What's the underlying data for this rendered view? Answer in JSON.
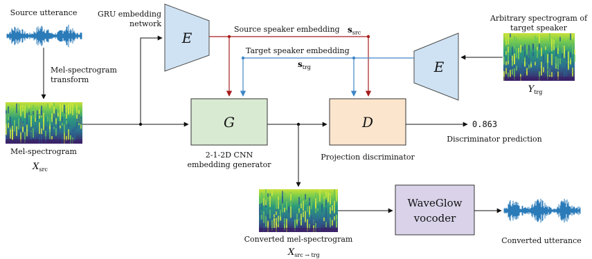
{
  "source": {
    "title": "Source utterance",
    "transform": "Mel-spectrogram\ntransform"
  },
  "mel_src": {
    "label": "Mel-spectrogram",
    "var": "X",
    "sub": "src"
  },
  "embedding_net": {
    "label": "GRU embedding\nnetwork",
    "symbol": "E"
  },
  "source_emb": {
    "label": "Source speaker embedding",
    "var": "s",
    "sub": "src"
  },
  "target_emb": {
    "label": "Target speaker embedding",
    "var": "s",
    "sub": "trg"
  },
  "generator": {
    "symbol": "G",
    "label": "2-1-2D CNN\nembedding generator"
  },
  "discriminator": {
    "symbol": "D",
    "label": "Projection discriminator"
  },
  "prediction": {
    "value": "0.863",
    "label": "Discriminator prediction"
  },
  "target": {
    "title": "Arbitrary spectrogram of\ntarget speaker",
    "symbol": "E",
    "var": "Y",
    "sub": "trg"
  },
  "converted_mel": {
    "label": "Converted mel-spectrogram",
    "var": "X",
    "sub": "src → trg"
  },
  "vocoder": {
    "label": "WaveGlow\nvocoder"
  },
  "converted_utt": {
    "label": "Converted utterance"
  },
  "colors": {
    "encoder_fill": "#cfe2f3",
    "encoder_stroke": "#4a4a4a",
    "generator_fill": "#d9ead3",
    "discriminator_fill": "#fce5cd",
    "vocoder_fill": "#d9d2e9",
    "source_line": "#a61c1c",
    "target_line": "#3d85c6",
    "wave": "#2b7bb9",
    "spec_dark": "#3b1f68",
    "spec_mid": "#2c8a8a",
    "spec_light": "#c9e03a"
  }
}
